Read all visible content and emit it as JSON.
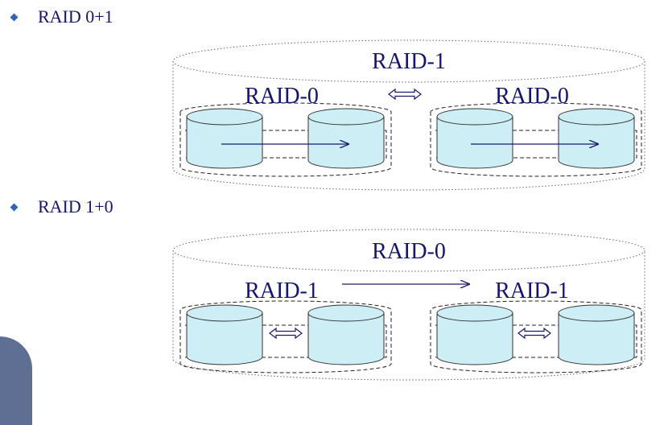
{
  "bullets": [
    {
      "label": "RAID 0+1"
    },
    {
      "label": "RAID 1+0"
    }
  ],
  "diagrams": {
    "raid01": {
      "outer_label": "RAID-1",
      "left_group_label": "RAID-0",
      "right_group_label": "RAID-0"
    },
    "raid10": {
      "outer_label": "RAID-0",
      "left_group_label": "RAID-1",
      "right_group_label": "RAID-1"
    }
  },
  "colors": {
    "text": "#15156e",
    "bullet": "#2e63b8",
    "disk_fill": "#cdeef4",
    "outline": "#555566"
  }
}
